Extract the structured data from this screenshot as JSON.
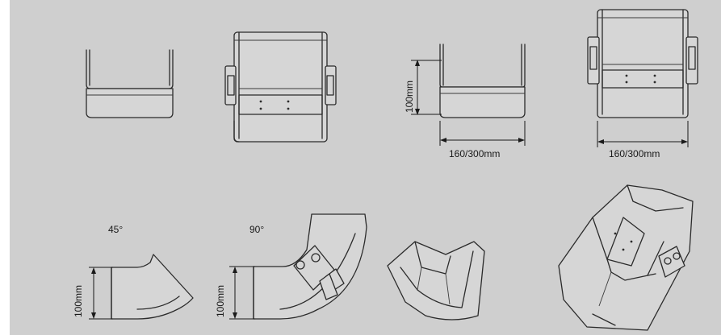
{
  "labels": {
    "height_100mm": "100mm",
    "width_160_300mm": "160/300mm",
    "angle_45": "45°",
    "angle_90": "90°"
  },
  "colors": {
    "background": "#cfcfcf",
    "line": "#2b2b2b"
  }
}
